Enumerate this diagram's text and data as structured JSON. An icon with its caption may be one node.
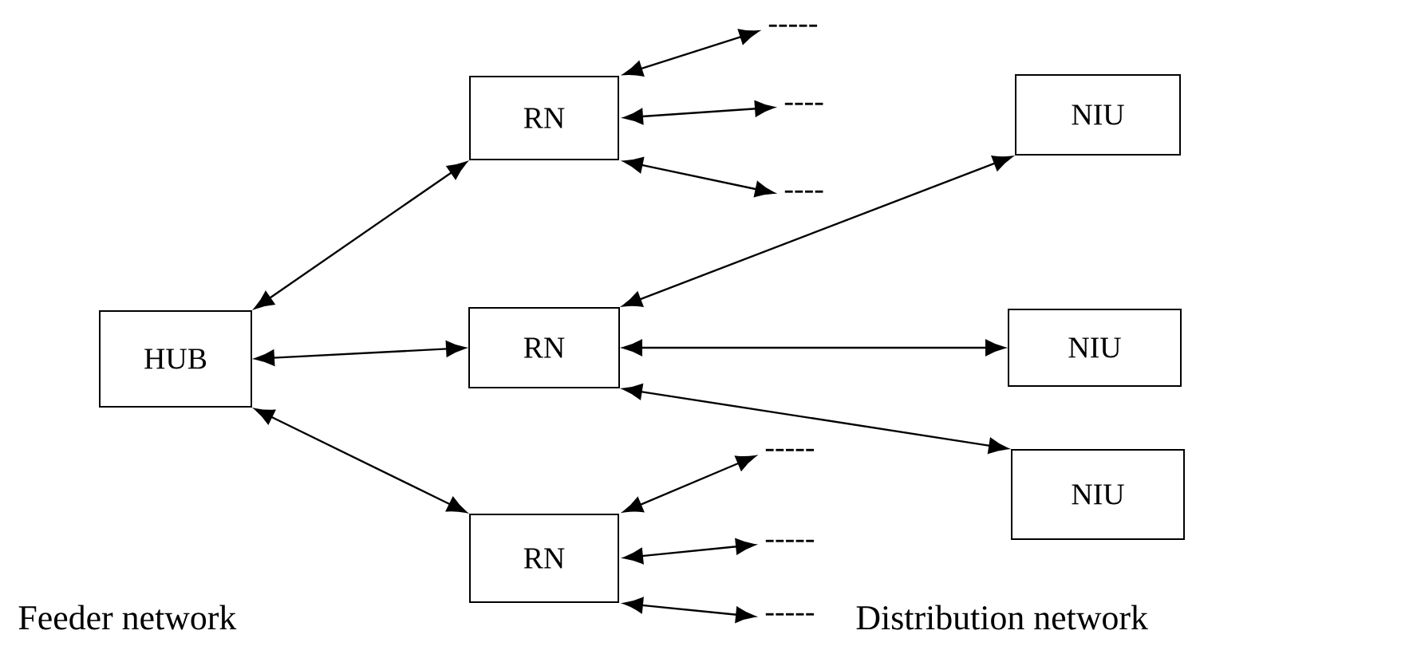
{
  "diagram": {
    "nodes": [
      {
        "text": [
          "HUB"
        ]
      },
      {
        "text": [
          "RN"
        ]
      },
      {
        "text": [
          "RN"
        ]
      },
      {
        "text": [
          "RN"
        ]
      },
      {
        "text": [
          "NIU"
        ]
      },
      {
        "text": [
          "NIU"
        ]
      },
      {
        "text": [
          "NIU"
        ]
      },
      {
        "text": [
          "-----"
        ]
      },
      {
        "text": [
          "----"
        ]
      },
      {
        "text": [
          "----"
        ]
      },
      {
        "text": [
          "-----"
        ]
      },
      {
        "text": [
          "-----"
        ]
      },
      {
        "text": [
          "-----"
        ]
      }
    ],
    "edges": [
      {
        "from": 0,
        "to": 1,
        "arrow": "both"
      },
      {
        "from": 0,
        "to": 2,
        "arrow": "both"
      },
      {
        "from": 0,
        "to": 3,
        "arrow": "both"
      },
      {
        "from": 2,
        "to": 4,
        "arrow": "both"
      },
      {
        "from": 2,
        "to": 5,
        "arrow": "both"
      },
      {
        "from": 2,
        "to": 6,
        "arrow": "both"
      },
      {
        "from": 1,
        "to": 7,
        "arrow": "both"
      },
      {
        "from": 1,
        "to": 8,
        "arrow": "both"
      },
      {
        "from": 1,
        "to": 9,
        "arrow": "both"
      },
      {
        "from": 3,
        "to": 10,
        "arrow": "both"
      },
      {
        "from": 3,
        "to": 11,
        "arrow": "both"
      },
      {
        "from": 3,
        "to": 12,
        "arrow": "both"
      }
    ],
    "labels": [
      "Feeder network",
      "Distribution network"
    ]
  }
}
